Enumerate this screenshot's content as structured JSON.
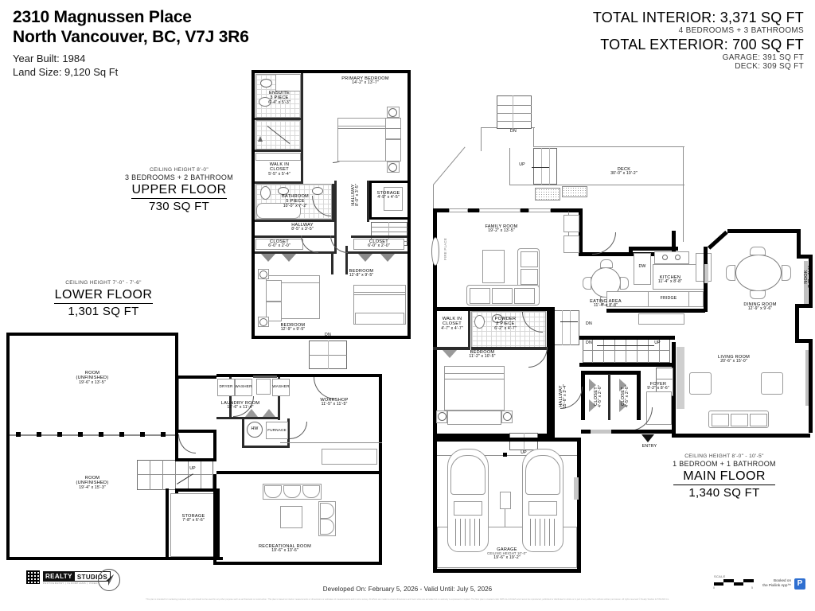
{
  "header": {
    "address_line1": "2310 Magnussen Place",
    "address_line2": "North Vancouver, BC, V7J 3R6",
    "year_built": "Year Built: 1984",
    "land_size": "Land Size: 9,120 Sq Ft",
    "total_interior": "TOTAL INTERIOR: 3,371 SQ FT",
    "interior_detail": "4 BEDROOMS + 3 BATHROOMS",
    "total_exterior": "TOTAL EXTERIOR: 700 SQ FT",
    "garage": "GARAGE: 391 SQ FT",
    "deck": "DECK: 309 SQ FT"
  },
  "floors": {
    "upper": {
      "ceiling": "CEILING HEIGHT 8'-0\"",
      "beds_baths": "3 BEDROOMS + 2 BATHROOM",
      "name": "UPPER FLOOR",
      "area": "730 SQ FT"
    },
    "lower": {
      "ceiling": "CEILING HEIGHT 7'-0\" - 7'-6\"",
      "name": "LOWER FLOOR",
      "area": "1,301 SQ FT"
    },
    "main": {
      "ceiling": "CEILING HEIGHT 8'-0\" - 10'-5\"",
      "beds_baths": "1 BEDROOM + 1 BATHROOM",
      "name": "MAIN FLOOR",
      "area": "1,340 SQ FT"
    }
  },
  "upper_rooms": {
    "primary_bedroom": {
      "name": "PRIMARY BEDROOM",
      "dim": "14'-2\" x 13'-7\""
    },
    "ensuite": {
      "name": "ENSUITE",
      "sub": "3 PIECE",
      "dim": "6'-4\" x 5'-3\""
    },
    "walk_in_closet": {
      "name": "WALK IN",
      "sub": "CLOSET",
      "dim": "5'-5\" x 5'-4\""
    },
    "bathroom": {
      "name": "BATHROOM",
      "sub": "5 PIECE",
      "dim": "10'-0\" x 7'-2\""
    },
    "hallway_v": {
      "name": "HALLWAY",
      "dim": "8'-0\" x 3'-5\""
    },
    "storage": {
      "name": "STORAGE",
      "dim": "4'-9\" x 4'-5\""
    },
    "hallway_h": {
      "name": "HALLWAY",
      "dim": "8'-5\" x 3'-5\""
    },
    "closet_left": {
      "name": "CLOSET",
      "dim": "6'-0\" x 2'-0\""
    },
    "closet_right": {
      "name": "CLOSET",
      "dim": "6'-0\" x 2'-0\""
    },
    "bedroom_left": {
      "name": "BEDROOM",
      "dim": "12'-9\" x 9'-5\""
    },
    "bedroom_right": {
      "name": "BEDROOM",
      "dim": "12'-8\" x 9'-5\""
    }
  },
  "lower_rooms": {
    "room_unfinished_1": {
      "name": "ROOM",
      "sub": "(UNFINISHED)",
      "dim": "19'-6\" x 13'-5\""
    },
    "room_unfinished_2": {
      "name": "ROOM",
      "sub": "(UNFINISHED)",
      "dim": "19'-4\" x 15'-3\""
    },
    "laundry_room": {
      "name": "LAUNDRY ROOM",
      "dim": "15'-6\" x 11'-4\""
    },
    "workshop": {
      "name": "WORKSHOP",
      "dim": "11'-5\" x 11'-5\""
    },
    "storage": {
      "name": "STORAGE",
      "dim": "7'-8\" x 6'-6\""
    },
    "recreational_room": {
      "name": "RECREATIONAL ROOM",
      "dim": "19'-6\" x 13'-6\""
    },
    "appliances": {
      "dryer": "DRYER",
      "washer1": "WASHER",
      "washer2": "WASHER",
      "hw": "HW",
      "furnace": "FURNACE"
    },
    "markers": {
      "dn": "DN",
      "up": "UP"
    }
  },
  "main_rooms": {
    "deck": {
      "name": "DECK",
      "dim": "30'-0\" x 10'-2\""
    },
    "family_room": {
      "name": "FAMILY ROOM",
      "dim": "19'-2\" x 13'-5\""
    },
    "eating_area": {
      "name": "EATING AREA",
      "dim": "11'-4\" x 8'-8\""
    },
    "kitchen": {
      "name": "KITCHEN",
      "dim": "11'-4\" x 8'-8\""
    },
    "dining_room": {
      "name": "DINING ROOM",
      "dim": "12'-9\" x 9'-6\""
    },
    "living_room": {
      "name": "LIVING ROOM",
      "dim": "20'-6\" x 15'-0\""
    },
    "nook": {
      "name": "NOOK",
      "dim": "7'-3\" x 1'-6\""
    },
    "walk_in_closet": {
      "name": "WALK IN",
      "sub": "CLOSET",
      "dim": "4'-7\" x 4'-7\""
    },
    "powder": {
      "name": "POWDER",
      "sub": "2 PIECE",
      "dim": "6'-2\" x 4'-7\""
    },
    "bedroom": {
      "name": "BEDROOM",
      "dim": "11'-2\" x 10'-5\""
    },
    "hallway": {
      "name": "HALLWAY",
      "dim": "15'-6\" x 3'-4\""
    },
    "closet_1": {
      "name": "CLOSET",
      "dim": "4'-5\" x 2'-0\""
    },
    "closet_2": {
      "name": "CLOSET",
      "dim": "4'-5\" x 2'-0\""
    },
    "foyer": {
      "name": "FOYER",
      "dim": "9'-2\" x 8'-6\""
    },
    "garage": {
      "name": "GARAGE",
      "ceiling": "CEILING HEIGHT 10'-0\"",
      "dim": "19'-6\" x 19'-2\""
    },
    "appliances": {
      "dw": "DW",
      "fridge": "FRIDGE"
    },
    "markers": {
      "dn": "DN",
      "up": "UP",
      "entry": "ENTRY",
      "fireplace": "FIRE PLACE"
    }
  },
  "footer": {
    "developed": "Developed On: February 5, 2026 - Valid Until: July 5, 2026",
    "logo_primary": "REALTY",
    "logo_secondary": "STUDIOS",
    "logo_tag": "PHOTOGRAPHY | FLOORPLANS | VIDEO",
    "compass_letter": "N",
    "scale_label": "SCALE",
    "scale_min": "0",
    "scale_max": "5",
    "booked_line1": "Booked on",
    "booked_line2": "the Pixilink App™",
    "pixilink_mark": "P",
    "disclaimer": "This plan is intended for marketing purposes only and should not be used for any other purpose such as architectural or construction. This plan is based on interior measurements or dimensions or estimates of measurements and is not a survey. All efforts are made to ensure dimensions and room sizes are accurate but no warranty is expressed or implied. The floor plan is created under RMS GLA RULES and cannot be reproduced, published or distributed in whole or in part in any other form without written permission. All rights reserved © Realty Studios & PIXILINK Inc."
  }
}
